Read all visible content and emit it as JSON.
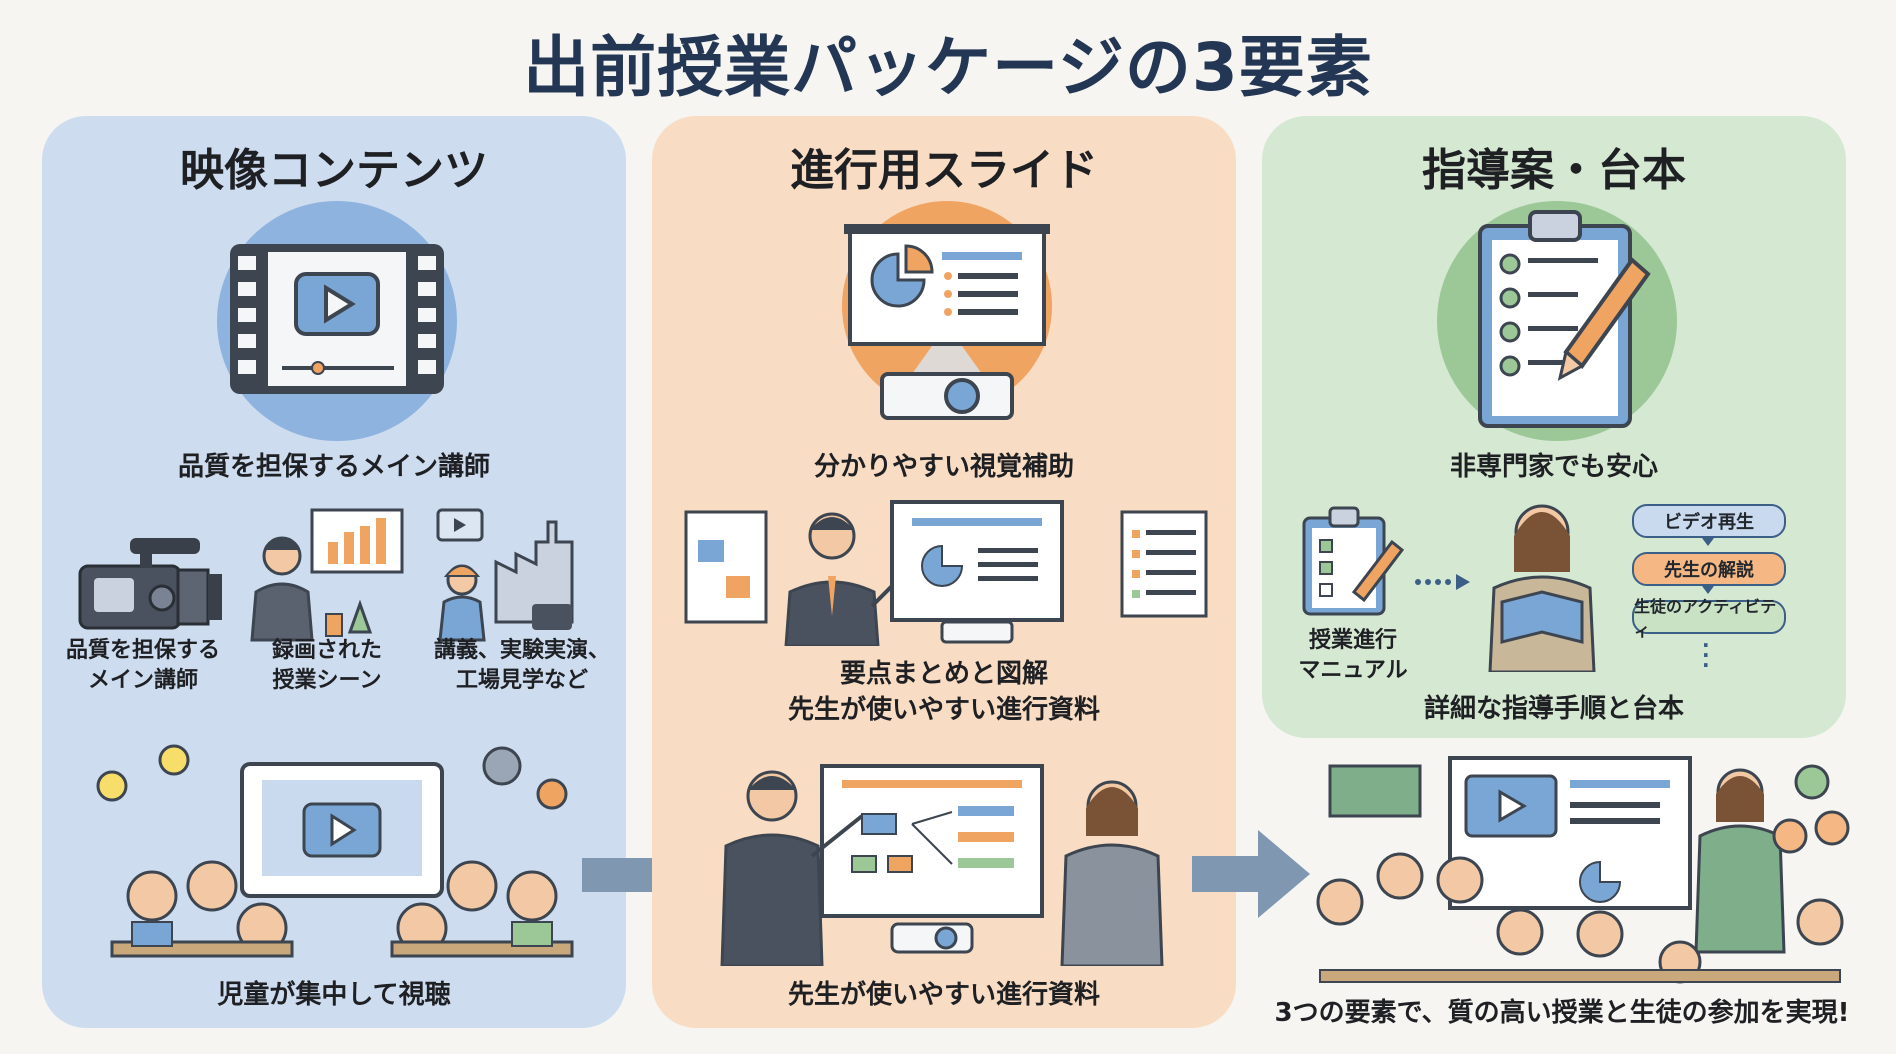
{
  "title": "出前授業パッケージの3要素",
  "colors": {
    "title": "#233654",
    "panel1": "#cddcef",
    "panel2": "#f8dcc3",
    "panel3": "#d5e8d2",
    "accent_orange": "#f0a462",
    "accent_blue": "#7aa6d6",
    "accent_green": "#9cc898"
  },
  "panels": [
    {
      "title": "映像コンテンツ",
      "icon": "film-play-icon",
      "caption": "品質を担保するメイン講師",
      "items": [
        {
          "icon": "video-camera-icon",
          "label_lines": [
            "品質を担保する",
            "メイン講師"
          ]
        },
        {
          "icon": "lecturer-recording-icon",
          "label_lines": [
            "録画された",
            "授業シーン"
          ]
        },
        {
          "icon": "factory-tour-icon",
          "label_lines": [
            "講義、実験実演、",
            "工場見学など"
          ]
        }
      ],
      "bottom_caption": "児童が集中して視聴"
    },
    {
      "title": "進行用スライド",
      "icon": "projector-screen-icon",
      "caption": "分かりやすい視覚補助",
      "middle_caption_lines": [
        "要点まとめと図解",
        "先生が使いやすい進行資料"
      ],
      "bottom_caption": "先生が使いやすい進行資料"
    },
    {
      "title": "指導案・台本",
      "icon": "clipboard-checklist-icon",
      "caption": "非専門家でも安心",
      "manual_label_lines": [
        "授業進行",
        "マニュアル"
      ],
      "flow_steps": [
        "ビデオ再生",
        "先生の解説",
        "生徒のアクティビティ"
      ],
      "bottom_caption": "詳細な指導手順と台本"
    }
  ],
  "conclusion": "3つの要素で、質の高い授業と生徒の参加を実現!"
}
